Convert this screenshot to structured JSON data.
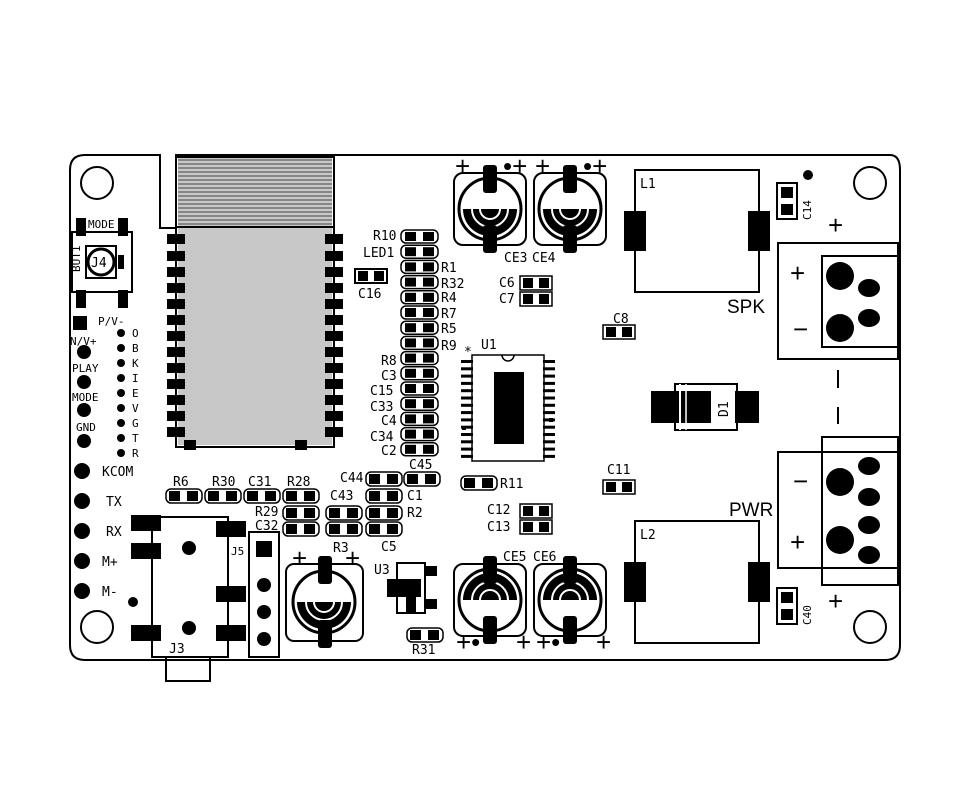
{
  "board": {
    "switch": {
      "label": "MODE",
      "ref": "BUT1",
      "connector": "J4"
    },
    "header_pins": [
      "P/V-",
      "N/V+",
      "PLAY",
      "MODE",
      "GND"
    ],
    "vertical_pins": [
      "O",
      "B",
      "K",
      "I",
      "E",
      "V",
      "G",
      "T",
      "R"
    ],
    "bottom_pins": [
      "KCOM",
      "TX",
      "RX",
      "M+",
      "M-"
    ],
    "resistor_column_left": [
      "R10",
      "LED1",
      "C16",
      "R8",
      "C3",
      "C15",
      "C33",
      "C4",
      "C34",
      "C2"
    ],
    "resistor_column_right": [
      "R1",
      "R32",
      "R4",
      "R7",
      "R5",
      "R9"
    ],
    "caps": {
      "ce3": "CE3",
      "ce4": "CE4",
      "ce5": "CE5",
      "ce6": "CE6",
      "c6": "C6",
      "c7": "C7",
      "c8": "C8",
      "c11": "C11",
      "c12": "C12",
      "c13": "C13",
      "c14": "C14",
      "c40": "C40",
      "c44": "C44",
      "c45": "C45",
      "c1": "C1",
      "c43": "C43",
      "c5": "C5"
    },
    "resistors": {
      "r2": "R2",
      "r3": "R3",
      "r11": "R11",
      "r31": "R31"
    },
    "bottom_row_labels": [
      "R6",
      "R30",
      "C31",
      "R28"
    ],
    "second_row_labels": [
      "R29",
      "C32"
    ],
    "ic": "U1",
    "regulator": "U3",
    "diode": "D1",
    "inductors": {
      "l1": "L1",
      "l2": "L2"
    },
    "connectors": {
      "j3": "J3",
      "j5": "J5"
    },
    "outputs": {
      "spk": "SPK",
      "pwr": "PWR"
    },
    "symbols": {
      "plus": "+",
      "minus": "−",
      "dot": "•",
      "star": "*"
    }
  }
}
